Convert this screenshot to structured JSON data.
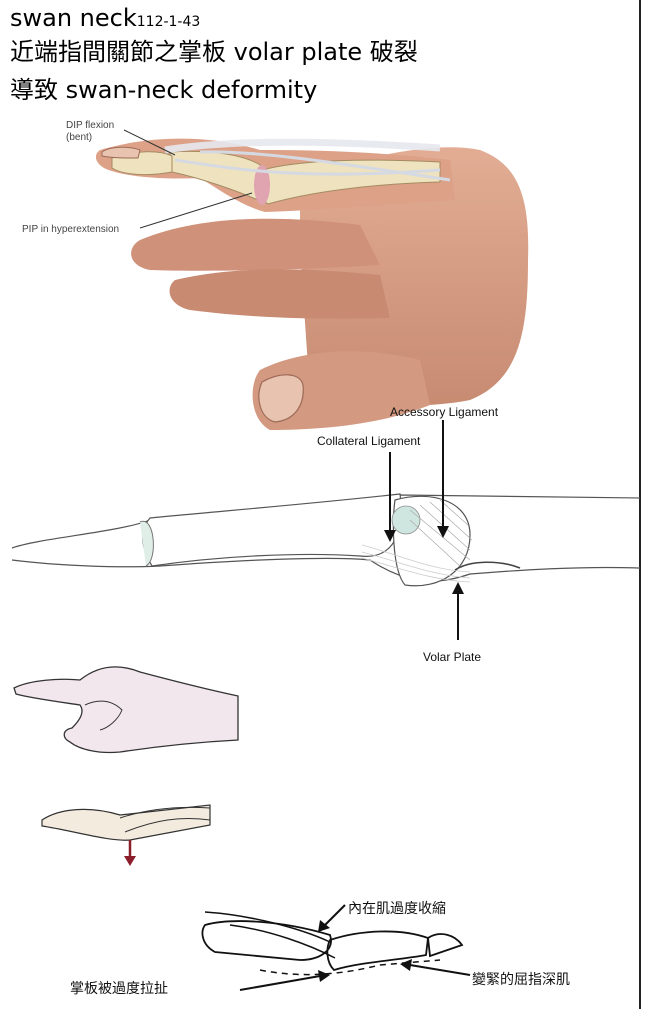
{
  "header": {
    "line1_main": "swan neck",
    "line1_code": "112-1-43",
    "line2": "近端指間關節之掌板 volar plate 破裂",
    "line3": "導致 swan-neck deformity"
  },
  "illustration1": {
    "dip_label": "DIP flexion",
    "dip_sub": "(bent)",
    "pip_label": "PIP in hyperextension"
  },
  "illustration2": {
    "accessory": "Accessory Ligament",
    "collateral": "Collateral Ligament",
    "volar": "Volar Plate"
  },
  "illustration5": {
    "intrinsic": "內在肌過度收縮",
    "volar_stretched": "掌板被過度拉扯",
    "fdp_tight": "變緊的屈指深肌"
  },
  "colors": {
    "skin": "#d8a087",
    "skin_dark": "#b97c66",
    "bone": "#eee0b8",
    "tendon": "#e6e8ee",
    "red_arrow": "#8b1e2a",
    "light_skin": "#f3e7ee"
  }
}
